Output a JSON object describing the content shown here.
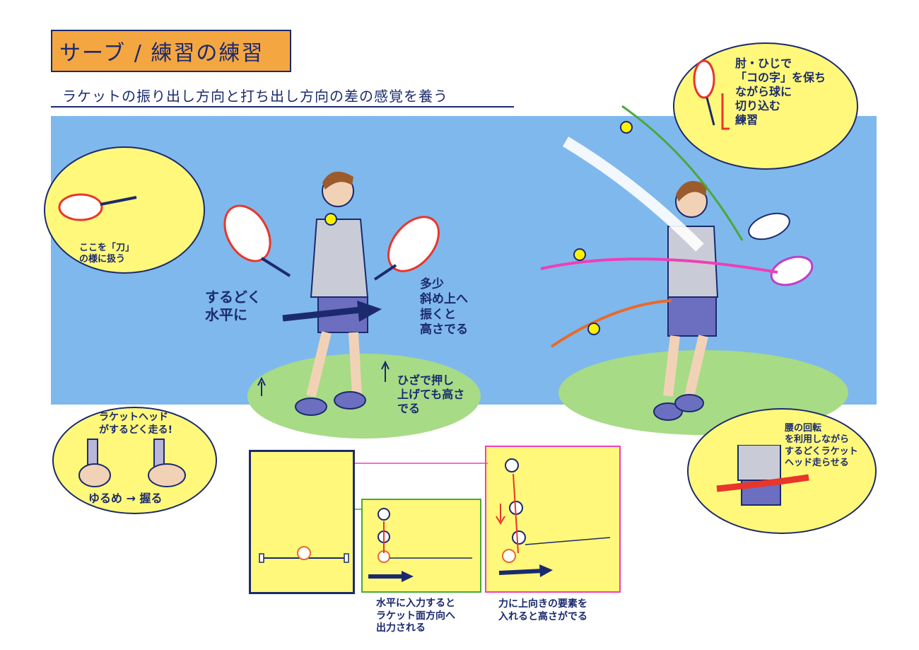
{
  "title": "サーブ / 練習の練習",
  "subtitle": "ラケットの振り出し方向と打ち出し方向の差の感覚を養う",
  "callouts": {
    "top_right": "肘・ひじで\n「コの字」を保ち\nながら球に\n切り込む\n練習",
    "top_left": "ここを「刀」\nの様に扱う",
    "sharp_horizontal": "するどく\n水平に",
    "upward_slightly": "多少\n斜め上へ\n振くと\n高さでる",
    "knee_push": "ひざで押し\n上げても高さ\nでる",
    "racket_head": "ラケットヘッド\nがするどく走る!",
    "grip": "ゆるめ → 握る",
    "waist_rotation": "腰の回転\nを利用しながら\nするどくラケット\nヘッド走らせる"
  },
  "diagram": {
    "caption_middle": "水平に入力すると\nラケット面方向へ\n出力される",
    "caption_right": "力に上向きの要素を\n入れると高さがでる"
  },
  "colors": {
    "sky": "#7fb8ec",
    "grass": "#a7db86",
    "bubble": "#fff87a",
    "title_box": "#f4a640",
    "ink": "#1b2a6e",
    "green_frame": "#49a83a",
    "pink_frame": "#ef3fb8",
    "red": "#e8362b"
  },
  "icons": {
    "racket": "tennis-racket-icon",
    "ball": "tennis-ball-icon",
    "arrow": "arrow-right-icon"
  }
}
